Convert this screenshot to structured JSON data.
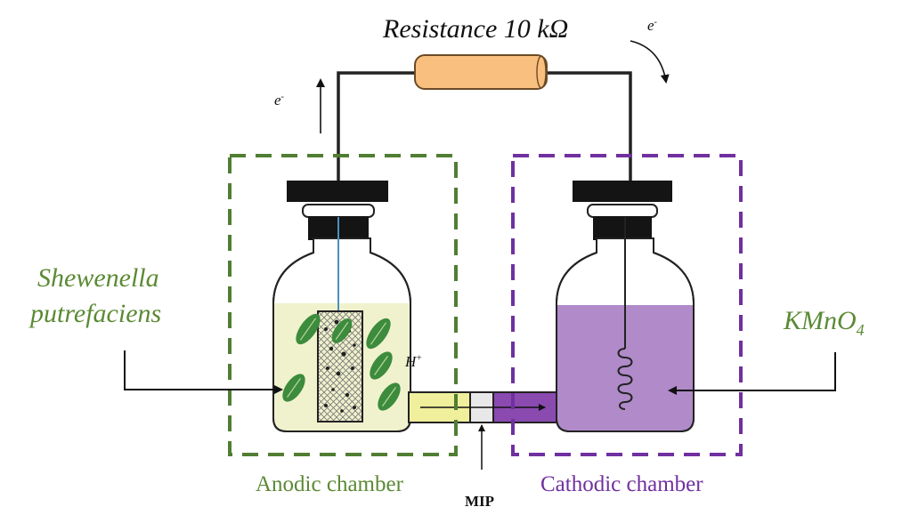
{
  "title": {
    "text": "Resistance 10 kΩ"
  },
  "electron": {
    "base": "e",
    "sup": "-"
  },
  "bacterium": {
    "line1": "Shewenella",
    "line2": "putrefaciens"
  },
  "oxidant": {
    "base": "KMnO",
    "sub": "4"
  },
  "proton": {
    "base": "H",
    "sup": "+"
  },
  "anodic_label": "Anodic  chamber",
  "cathodic_label": "Cathodic  chamber",
  "membrane_label": "MIP",
  "colors": {
    "anode_box": "#507e32",
    "cathode_box": "#7030a0",
    "resistor": "#f8bf7f",
    "anolyte": "#f0f2cd",
    "catholyte": "#b08ac9",
    "bacteria": "#3d8b3d",
    "membrane_anode": "#f0ef9c",
    "membrane_mid": "#e8e8e8",
    "membrane_cathode": "#8a4ab0"
  }
}
